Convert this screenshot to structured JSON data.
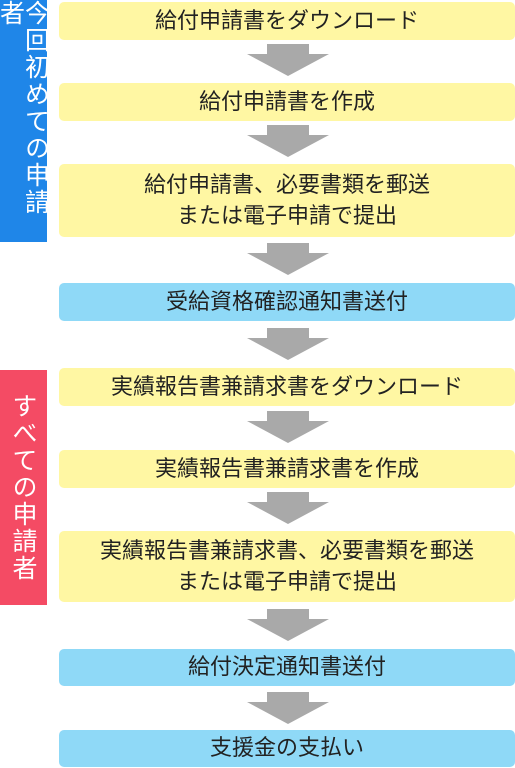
{
  "side_labels": {
    "first_time": "今回初めての申請者",
    "all": "すべての申請者"
  },
  "steps": [
    {
      "lines": [
        "給付申請書をダウンロード"
      ]
    },
    {
      "lines": [
        "給付申請書を作成"
      ]
    },
    {
      "lines": [
        "給付申請書、必要書類を郵送",
        "または電子申請で提出"
      ]
    },
    {
      "lines": [
        "受給資格確認通知書送付"
      ]
    },
    {
      "lines": [
        "実績報告書兼請求書をダウンロード"
      ]
    },
    {
      "lines": [
        "実績報告書兼請求書を作成"
      ]
    },
    {
      "lines": [
        "実績報告書兼請求書、必要書類を郵送",
        "または電子申請で提出"
      ]
    },
    {
      "lines": [
        "給付決定通知書送付"
      ]
    },
    {
      "lines": [
        "支援金の支払い"
      ]
    }
  ],
  "colors": {
    "first_time_label": "#1f86e8",
    "all_label": "#f44b64",
    "applicant_step": "#fff7a3",
    "office_step": "#8fd9f7",
    "arrow": "#a9a9a9"
  }
}
